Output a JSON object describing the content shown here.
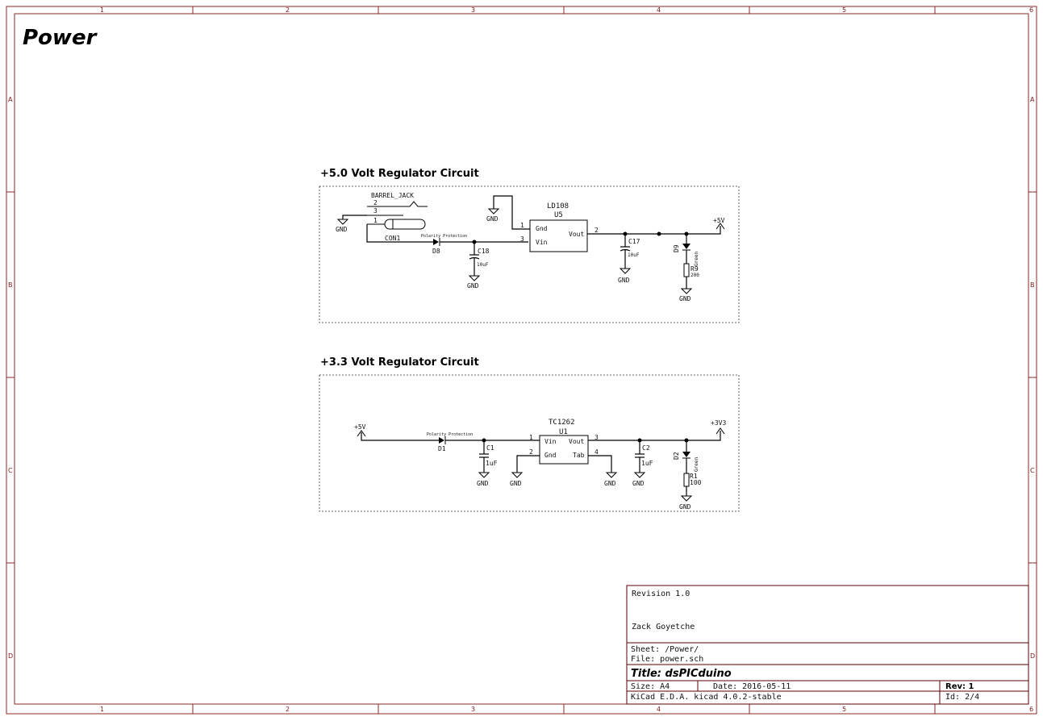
{
  "sheet_heading": "Power",
  "grid": {
    "columns": [
      "1",
      "2",
      "3",
      "4",
      "5",
      "6"
    ],
    "rows": [
      "A",
      "B",
      "C",
      "D"
    ]
  },
  "circuit_5v": {
    "title": "+5.0 Volt Regulator Circuit",
    "connector": {
      "ref": "CON1",
      "value": "BARREL_JACK",
      "pins": [
        "2",
        "3",
        "1"
      ]
    },
    "diode": {
      "ref": "D8",
      "note": "Polarity Protection"
    },
    "cap_in": {
      "ref": "C18",
      "value": "10uF"
    },
    "regulator": {
      "ref": "U5",
      "value": "LD108",
      "pin_gnd": "Gnd",
      "pin_vin": "Vin",
      "pin_vout": "Vout",
      "pin1": "1",
      "pin2": "2",
      "pin3": "3"
    },
    "cap_out": {
      "ref": "C17",
      "value": "10uF"
    },
    "led": {
      "ref": "D9",
      "value": "Green"
    },
    "resistor": {
      "ref": "R9",
      "value": "200"
    },
    "rail": "+5V",
    "gnd": "GND"
  },
  "circuit_3v3": {
    "title": "+3.3 Volt Regulator Circuit",
    "input_rail": "+5V",
    "diode": {
      "ref": "D1",
      "note": "Polarity Protection"
    },
    "cap_in": {
      "ref": "C1",
      "value": "1uF"
    },
    "regulator": {
      "ref": "U1",
      "value": "TC1262",
      "pin_vin": "Vin",
      "pin_vout": "Vout",
      "pin_gnd": "Gnd",
      "pin_tab": "Tab",
      "pin1": "1",
      "pin2": "2",
      "pin3": "3",
      "pin4": "4"
    },
    "cap_out": {
      "ref": "C2",
      "value": "1uF"
    },
    "led": {
      "ref": "D2",
      "value": "Green"
    },
    "resistor": {
      "ref": "R1",
      "value": "100"
    },
    "rail": "+3V3",
    "gnd": "GND"
  },
  "title_block": {
    "revision_note": "Revision 1.0",
    "author": "Zack Goyetche",
    "sheet": "Sheet: /Power/",
    "file": "File: power.sch",
    "title": "Title: dsPICduino",
    "size": "Size: A4",
    "date": "Date: 2016-05-11",
    "rev": "Rev: 1",
    "tool": "KiCad E.D.A.  kicad 4.0.2-stable",
    "id": "Id: 2/4"
  }
}
